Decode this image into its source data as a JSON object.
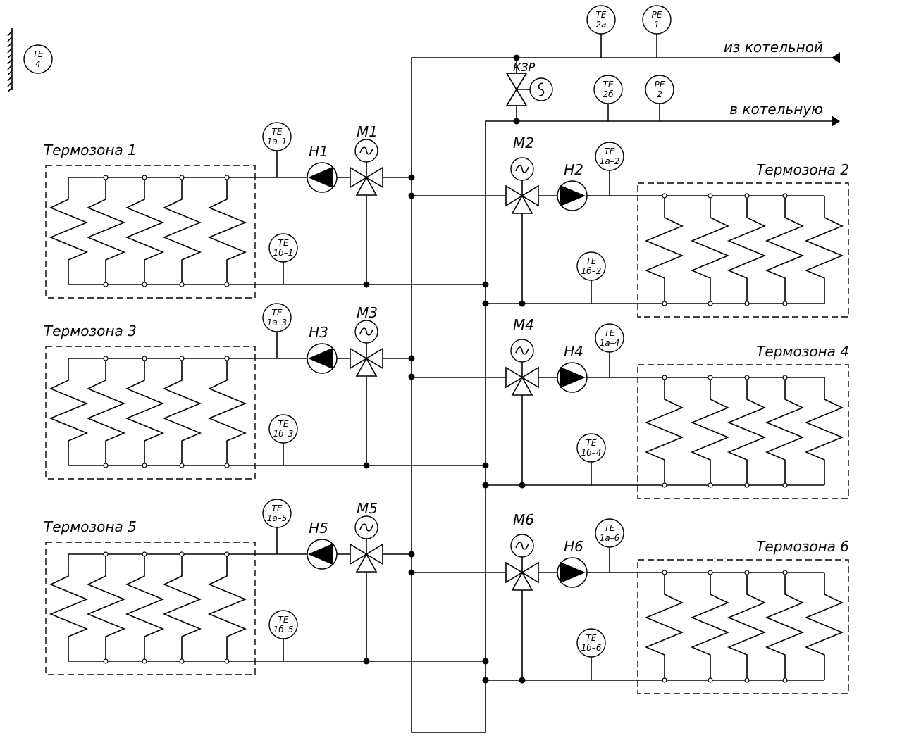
{
  "top": {
    "supply_label": "из котельной",
    "return_label": "в котельную",
    "shutoff_valve_label": "КЗР",
    "supply_instruments": [
      {
        "type": "TE",
        "id": "2а"
      },
      {
        "type": "PE",
        "id": "1"
      }
    ],
    "return_instruments": [
      {
        "type": "TE",
        "id": "2б"
      },
      {
        "type": "PE",
        "id": "2"
      }
    ]
  },
  "outdoor_sensor": {
    "type": "TE",
    "id": "4"
  },
  "zones": [
    {
      "label": "Термозона 1",
      "pump": "Н1",
      "valve": "М1",
      "supply_sensor": {
        "type": "TE",
        "id": "1а–1"
      },
      "return_sensor": {
        "type": "TE",
        "id": "1б–1"
      }
    },
    {
      "label": "Термозона 2",
      "pump": "Н2",
      "valve": "М2",
      "supply_sensor": {
        "type": "TE",
        "id": "1а–2"
      },
      "return_sensor": {
        "type": "TE",
        "id": "1б–2"
      }
    },
    {
      "label": "Термозона 3",
      "pump": "Н3",
      "valve": "М3",
      "supply_sensor": {
        "type": "TE",
        "id": "1а–3"
      },
      "return_sensor": {
        "type": "TE",
        "id": "1б–3"
      }
    },
    {
      "label": "Термозона 4",
      "pump": "Н4",
      "valve": "М4",
      "supply_sensor": {
        "type": "TE",
        "id": "1а–4"
      },
      "return_sensor": {
        "type": "TE",
        "id": "1б–4"
      }
    },
    {
      "label": "Термозона 5",
      "pump": "Н5",
      "valve": "М5",
      "supply_sensor": {
        "type": "TE",
        "id": "1а–5"
      },
      "return_sensor": {
        "type": "TE",
        "id": "1б–5"
      }
    },
    {
      "label": "Термозона 6",
      "pump": "Н6",
      "valve": "М6",
      "supply_sensor": {
        "type": "TE",
        "id": "1а–6"
      },
      "return_sensor": {
        "type": "TE",
        "id": "1б–6"
      }
    }
  ]
}
